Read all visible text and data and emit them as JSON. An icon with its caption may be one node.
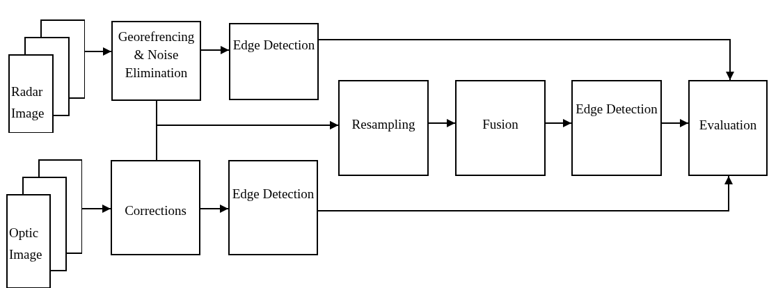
{
  "diagram": {
    "nodes": [
      {
        "text": [
          "Radar Image"
        ]
      },
      {
        "text": [
          "Georefrencing & Noise Elimination"
        ]
      },
      {
        "text": [
          "Edge Detection"
        ]
      },
      {
        "text": [
          "Optic Image"
        ]
      },
      {
        "text": [
          "Corrections"
        ]
      },
      {
        "text": [
          "Edge Detection"
        ]
      },
      {
        "text": [
          "Resampling"
        ]
      },
      {
        "text": [
          "Fusion"
        ]
      },
      {
        "text": [
          "Edge Detection"
        ]
      },
      {
        "text": [
          "Evaluation"
        ]
      }
    ],
    "edges": [
      {
        "from": 0,
        "to": 1,
        "arrow": "to"
      },
      {
        "from": 1,
        "to": 2,
        "arrow": "to"
      },
      {
        "from": 2,
        "to": 9,
        "arrow": "to"
      },
      {
        "from": 1,
        "to": 6,
        "arrow": "to"
      },
      {
        "from": 4,
        "to": 6,
        "arrow": "to"
      },
      {
        "from": 3,
        "to": 4,
        "arrow": "to"
      },
      {
        "from": 4,
        "to": 5,
        "arrow": "to"
      },
      {
        "from": 5,
        "to": 9,
        "arrow": "to"
      },
      {
        "from": 6,
        "to": 7,
        "arrow": "to"
      },
      {
        "from": 7,
        "to": 8,
        "arrow": "to"
      },
      {
        "from": 8,
        "to": 9,
        "arrow": "to"
      }
    ]
  }
}
